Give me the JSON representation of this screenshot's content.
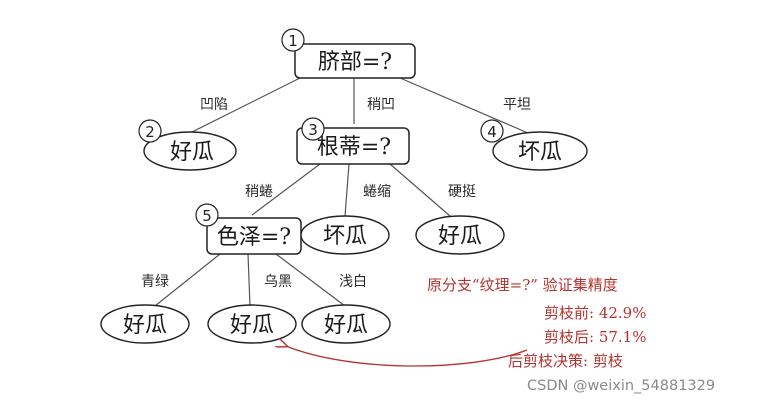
{
  "nodes": {
    "n1": {
      "num": "1",
      "label": "脐部=?"
    },
    "n2": {
      "num": "2",
      "label": "好瓜"
    },
    "n3": {
      "num": "3",
      "label": "根蒂=?"
    },
    "n4": {
      "num": "4",
      "label": "坏瓜"
    },
    "n5": {
      "num": "5",
      "label": "色泽=?"
    },
    "leaf_root_mid_bad": {
      "label": "坏瓜"
    },
    "leaf_root_mid_good": {
      "label": "好瓜"
    },
    "leaf_green": {
      "label": "好瓜"
    },
    "leaf_black": {
      "label": "好瓜"
    },
    "leaf_white": {
      "label": "好瓜"
    }
  },
  "edges": {
    "e1_2": "凹陷",
    "e1_3": "稍凹",
    "e1_4": "平坦",
    "e3_5": "稍蜷",
    "e3_bad": "蜷缩",
    "e3_good": "硬挺",
    "e5_green": "青绿",
    "e5_black": "乌黑",
    "e5_white": "浅白"
  },
  "annotation": {
    "title": "原分支“纹理=?” 验证集精度",
    "before": "剪枝前: 42.9%",
    "after": "剪枝后: 57.1%",
    "decision": "后剪枝决策: 剪枝"
  },
  "colors": {
    "annotation": "#b5332e",
    "lines": "#555555",
    "box_border": "#222222"
  },
  "watermark": "CSDN @weixin_54881329"
}
